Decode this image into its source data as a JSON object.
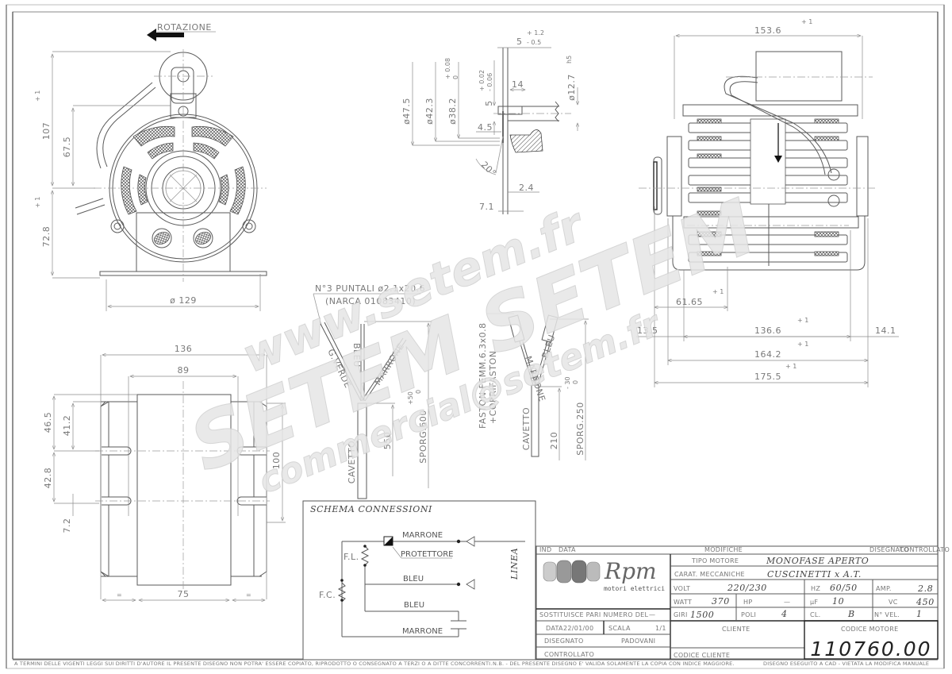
{
  "drawing": {
    "front_view": {
      "rotation_label": "ROTAZIONE",
      "dim_height_top": "107",
      "dim_height_top_tol": "+ 1\n- 1",
      "dim_height_mid": "67.5",
      "dim_height_bottom": "72.8",
      "dim_height_bottom_tol": "+ 1\n- 1",
      "dim_diameter": "ø 129"
    },
    "shaft_detail": {
      "dim_top": "5",
      "dim_top_tol_plus": "+ 1.2",
      "dim_top_tol_minus": "- 0.5",
      "d47": "ø47.5",
      "d42": "ø42.3",
      "d38": "ø38.2",
      "d38_tol_plus": "+ 0.08",
      "d38_tol_minus": "0",
      "key_width": "5",
      "key_tol_plus": "+ 0.02",
      "key_tol_minus": "- 0.06",
      "key_len": "14",
      "shaft_d": "ø12.7",
      "shaft_tol": "h5",
      "dim_45": "4.5",
      "angle": "20°",
      "dim_24": "2.4",
      "dim_71": "7.1"
    },
    "side_view": {
      "dim_overall_top": "153.6",
      "tol": "+ 1\n- 1",
      "dim_6165": "61.65",
      "dim_135": "13.5",
      "dim_1366": "136.6",
      "dim_141": "14.1",
      "dim_1642": "164.2",
      "dim_1755": "175.5"
    },
    "base_view": {
      "dim_136": "136",
      "dim_89": "89",
      "dim_465": "46.5",
      "dim_412": "41.2",
      "dim_428": "42.8",
      "dim_72": "7.2",
      "dim_100": "100",
      "dim_75": "75",
      "eq_mark": "="
    },
    "cable_left": {
      "title": "N°3 PUNTALI ø2.1x20.6",
      "subtitle": "(NARCA 01083410)",
      "wire1": "G.VERDE",
      "wire2": "BLEU",
      "wire3": "MARRONE",
      "cable": "CAVETTO",
      "len": "550",
      "sporg": "SPORG.600",
      "sporg_tol": "+50\n0"
    },
    "cable_right": {
      "title": "FASTON FEMM.6.3x0.8",
      "subtitle": "+COPRIFASTON",
      "wire1": "MARRONE",
      "wire2": "BLEU",
      "cable": "CAVETTO",
      "len": "210",
      "sporg": "SPORG.250",
      "sporg_tol": "- 30\n0"
    }
  },
  "schema": {
    "title": "SCHEMA CONNESSIONI",
    "wire_marrone_top": "MARRONE",
    "protettore": "PROTETTORE",
    "wire_bleu_top": "BLEU",
    "wire_bleu_bottom": "BLEU",
    "wire_marrone_bottom": "MARRONE",
    "fl": "F.L.",
    "fc": "F.C.",
    "linea": "LINEA"
  },
  "title_block": {
    "header": {
      "ind": "IND",
      "data": "DATA",
      "modifiche": "MODIFICHE",
      "disegnato": "DISEGNATO",
      "controllato": "CONTROLLATO"
    },
    "logo": {
      "brand": "Rpm",
      "subtitle": "motori elettrici"
    },
    "tipo_motore_label": "TIPO MOTORE",
    "tipo_motore_value": "MONOFASE APERTO",
    "carat_label": "CARAT. MECCANICHE",
    "carat_value": "CUSCINETTI x A.T.",
    "volt_label": "VOLT",
    "volt_value": "220/230",
    "hz_label": "HZ",
    "hz_value": "60/50",
    "amp_label": "AMP.",
    "amp_value": "2.8",
    "watt_label": "WATT",
    "watt_value": "370",
    "hp_label": "HP",
    "hp_value": "—",
    "uf_label": "µF",
    "uf_value": "10",
    "vc_label": "VC",
    "vc_value": "450",
    "giri_label": "GIRI",
    "giri_value": "1500",
    "poli_label": "POLI",
    "poli_value": "4",
    "cl_label": "CL.",
    "cl_value": "B",
    "nvel_label": "N° VEL.",
    "nvel_value": "1",
    "sostituisce_label": "SOSTITUISCE PARI NUMERO DEL",
    "sostituisce_value": "—",
    "data_label": "DATA",
    "data_value": "22/01/00",
    "scala_label": "SCALA",
    "scala_value": "1/1",
    "disegnato_label": "DISEGNATO",
    "disegnato_value": "PADOVANI",
    "controllato_label": "CONTROLLATO",
    "cliente_label": "CLIENTE",
    "codice_cliente_label": "CODICE CLIENTE",
    "codice_motore_label": "CODICE MOTORE",
    "codice_motore_value": "110760.00"
  },
  "footer": {
    "left": "A TERMINI DELLE VIGENTI LEGGI SUI DIRITTI D'AUTORE IL PRESENTE DISEGNO NON POTRA' ESSERE COPIATO, RIPRODOTTO O CONSEGNATO A TERZI O A DITTE CONCORRENTI.",
    "mid": "N.B. - DEL PRESENTE DISEGNO E' VALIDA SOLAMENTE LA COPIA CON INDICE MAGGIORE.",
    "right": "DISEGNO ESEGUITO A CAD - VIETATA LA MODIFICA MANUALE"
  },
  "watermark": {
    "line1": "www.setem.fr",
    "line2": "SETEM SETEM",
    "line3": "commercial@setem.fr"
  }
}
